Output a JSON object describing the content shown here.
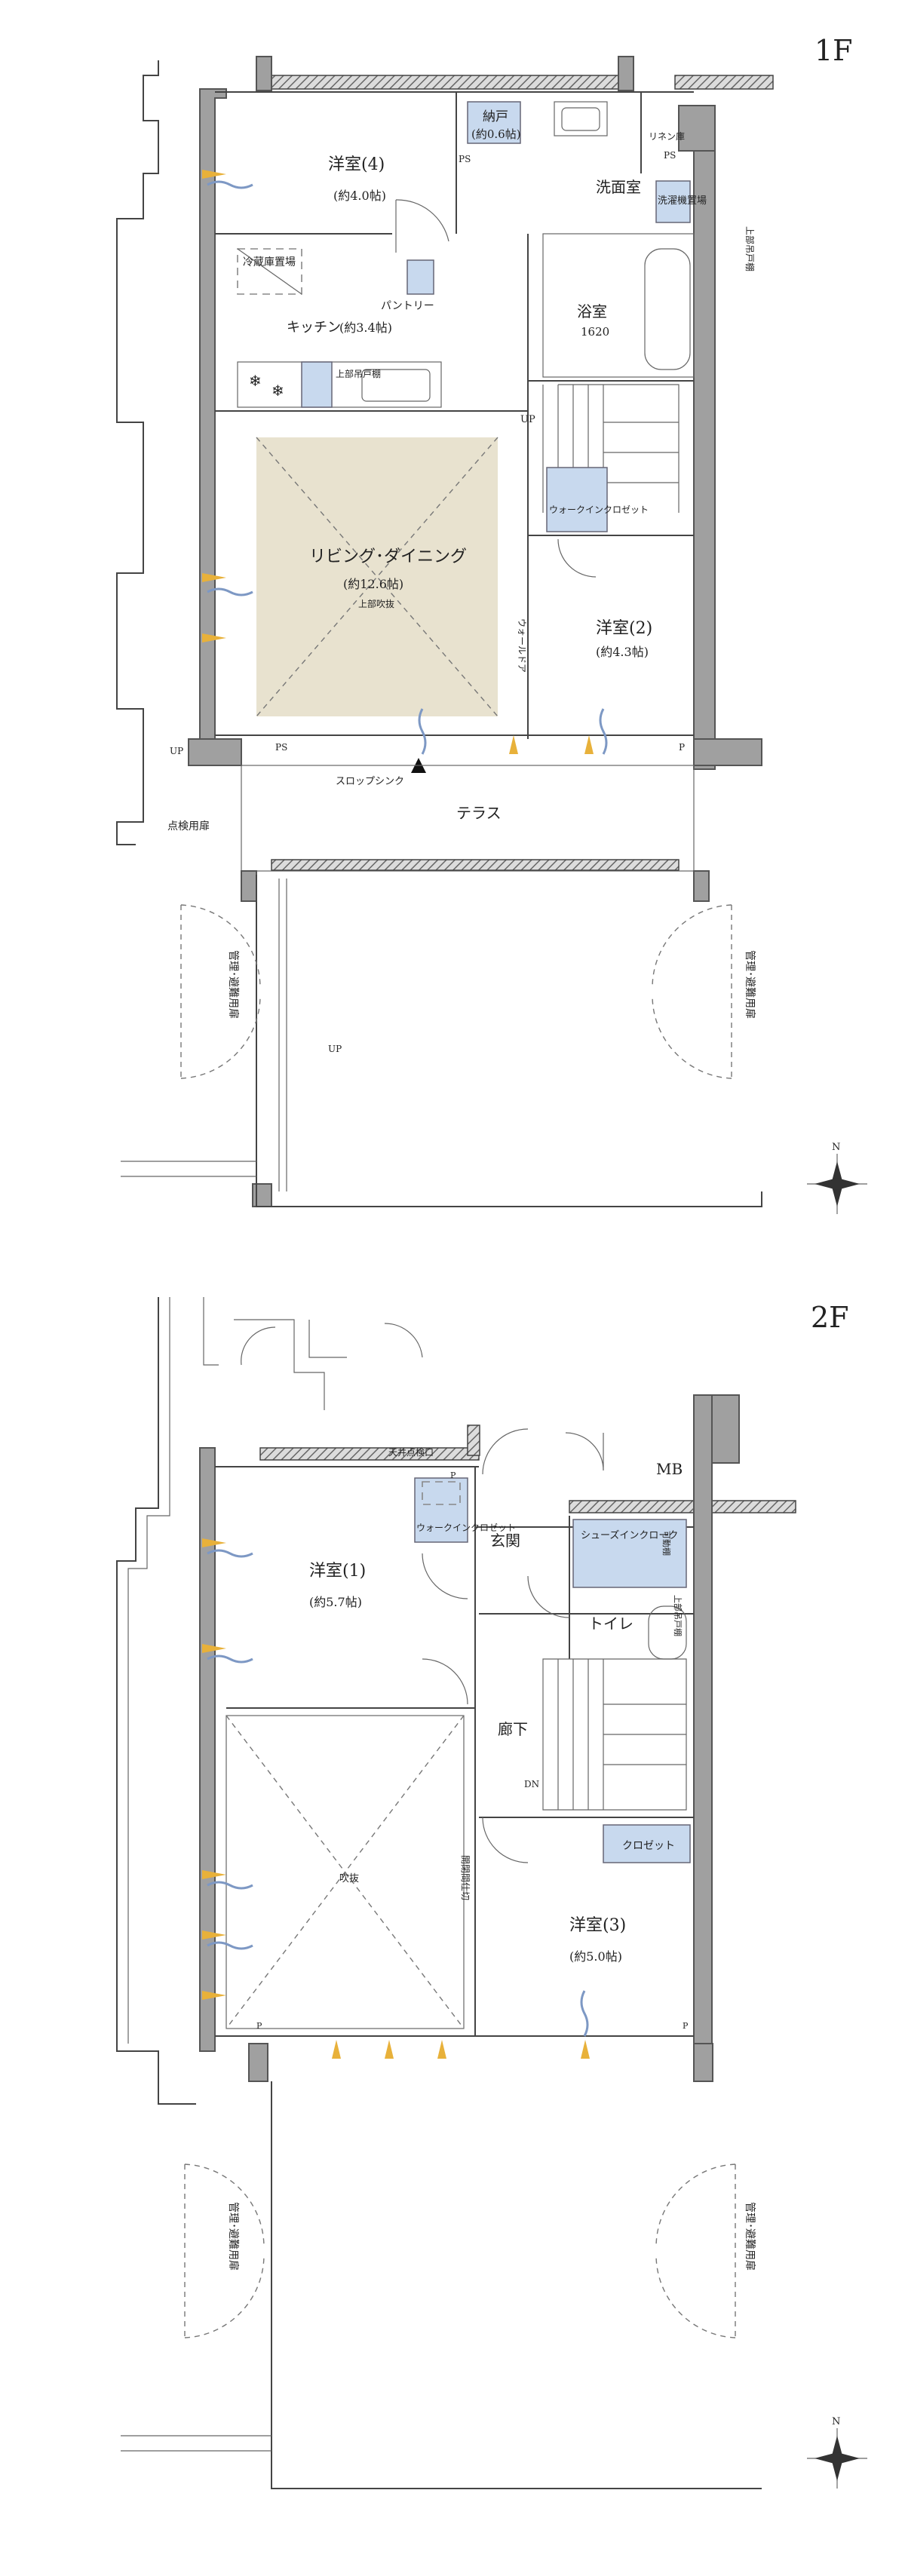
{
  "floors": [
    {
      "title": "1F",
      "rooms": {
        "bed4": {
          "name": "洋室(4)",
          "area": "(約4.0帖)"
        },
        "storage": {
          "name": "納戸",
          "area": "(約0.6帖)"
        },
        "washroom": "洗面室",
        "linen": "リネン庫",
        "washer": "洗濯機置場",
        "upper_hatch_a": "上部吊戸棚",
        "fridge": "冷蔵庫置場",
        "pantry": "パントリー",
        "kitchen": {
          "name": "キッチン",
          "area": "(約3.4帖)"
        },
        "upper_hatch_b": "上部吊戸棚",
        "bath": {
          "name": "浴室",
          "size": "1620"
        },
        "living": {
          "name": "リビング･ダイニング",
          "area": "(約12.6帖)",
          "note": "上部吹抜"
        },
        "walk_in": "ウォークインクロゼット",
        "wall_door": "ウォールドア",
        "bed2": {
          "name": "洋室(2)",
          "area": "(約4.3帖)"
        },
        "slop_sink": "スロップシンク",
        "terrace": "テラス",
        "inspection_door": "点検用扉",
        "mgmt_door_left": "管理･避難用扉",
        "mgmt_door_right": "管理･避難用扉"
      },
      "marks": {
        "ps_a": "PS",
        "ps_b": "PS",
        "ps_c": "PS",
        "p_a": "P",
        "up_a": "UP",
        "up_b": "UP",
        "up_c": "UP"
      }
    },
    {
      "title": "2F",
      "rooms": {
        "ceiling_hatch": "天井点検口",
        "bed1": {
          "name": "洋室(1)",
          "area": "(約5.7帖)"
        },
        "walk_in": "ウォークインクロゼット",
        "entrance": "玄関",
        "shoes": "シューズインクローク",
        "movable_shelf": "可動棚",
        "toilet": "トイレ",
        "upper_hatch": "上部吊戸棚",
        "mb": "MB",
        "hall": "廊下",
        "void": "吹抜",
        "partition": "開閉間仕切",
        "closet": "クロゼット",
        "bed3": {
          "name": "洋室(3)",
          "area": "(約5.0帖)"
        },
        "mgmt_door_left": "管理･避難用扉",
        "mgmt_door_right": "管理･避難用扉"
      },
      "marks": {
        "p_a": "P",
        "p_b": "P",
        "p_c": "P",
        "dn": "DN"
      }
    }
  ],
  "compass_label": "N",
  "colors": {
    "living_floor": "#e8e2cf",
    "closet_fill": "#c8d9ee",
    "sun": "#e8b13a",
    "wind": "#7d98c4",
    "wall": "#a0a0a0"
  }
}
